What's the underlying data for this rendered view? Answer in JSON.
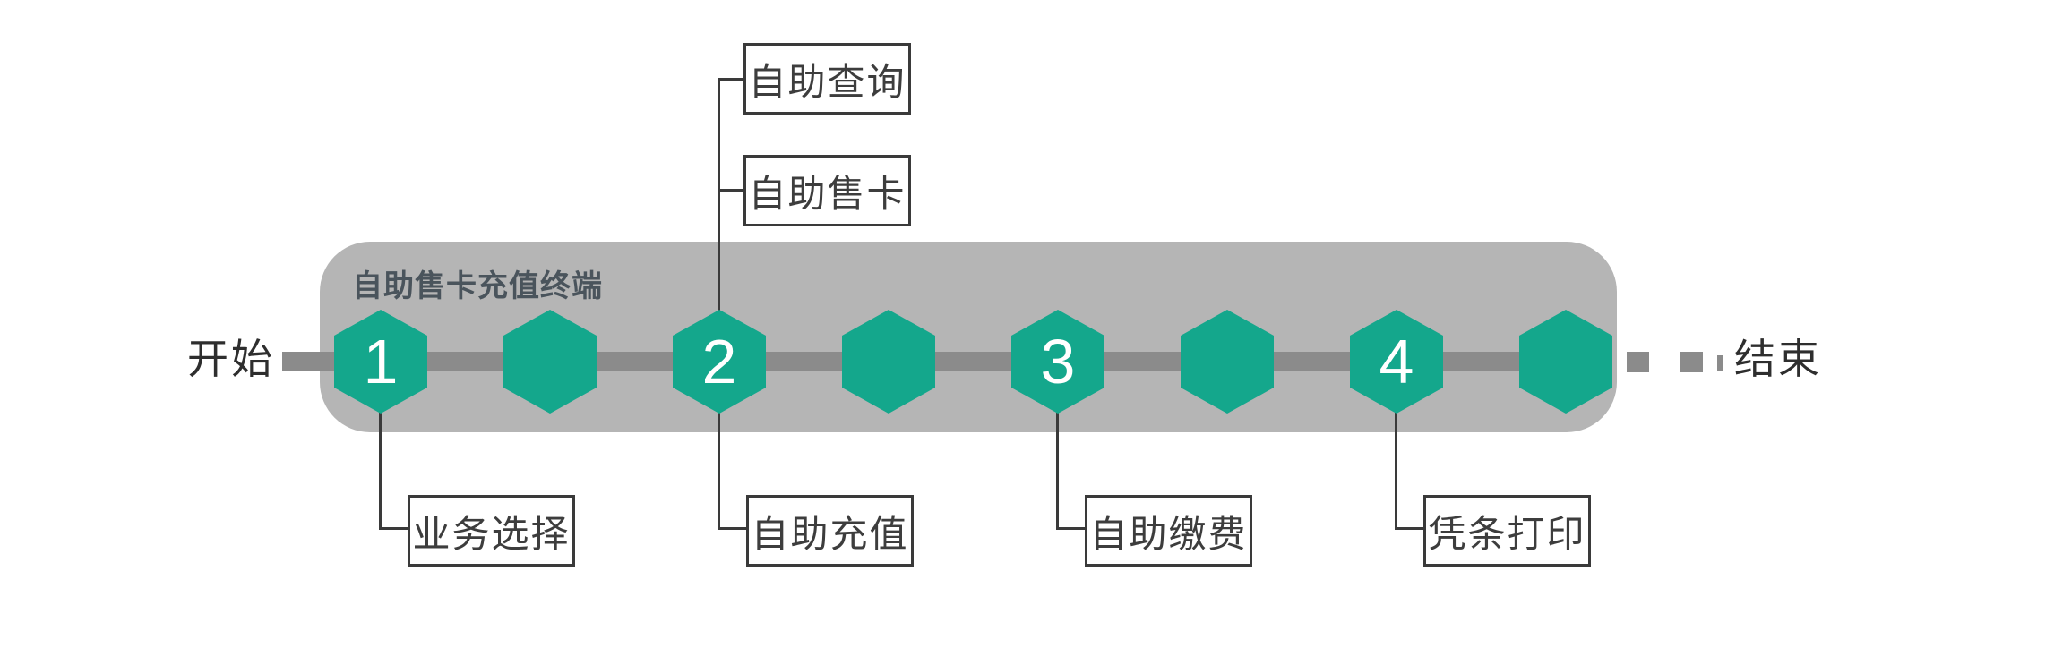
{
  "diagram": {
    "start_label": "开始",
    "end_label": "结束",
    "terminal_title": "自助售卡充值终端",
    "step_numbers": [
      "1",
      "2",
      "3",
      "4"
    ],
    "top_branch_labels": [
      "自助查询",
      "自助售卡"
    ],
    "bottom_branch_labels": [
      "业务选择",
      "自助充值",
      "自助缴费",
      "凭条打印"
    ],
    "colors": {
      "hexagon": "#14a78c",
      "container": "#b5b5b5",
      "timeline": "#8b8b8b",
      "connector": "#3a3a3a",
      "title_text": "#4a545c",
      "label_text": "#3d3d3d"
    }
  }
}
